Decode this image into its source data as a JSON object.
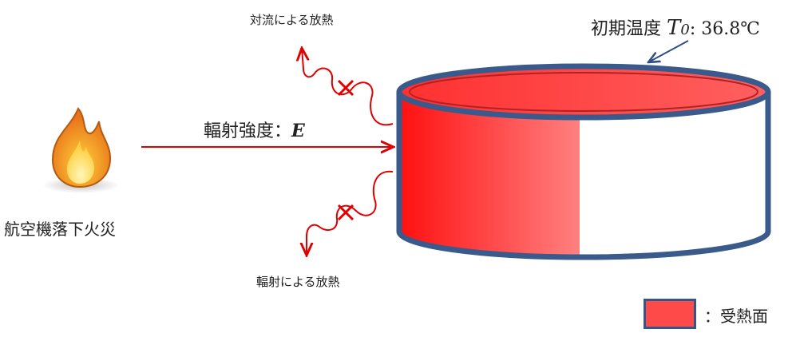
{
  "labels": {
    "convection": "対流による放熱",
    "radiation_loss": "輻射による放熱",
    "source": "航空機落下火災",
    "intensity_text": "輻射強度：",
    "intensity_symbol": "E",
    "initial_temp_text": "初期温度",
    "initial_temp_symbol": "T",
    "initial_temp_sub": "0",
    "initial_temp_value": ": 36.8℃",
    "legend_text": "：受熱面"
  },
  "colors": {
    "heat_red": "#ff2020",
    "tank_outline": "#3a5a8c",
    "arrow": "#e00000",
    "legend_fill": "#ff4a4a"
  },
  "icons": [
    "fire-icon"
  ]
}
